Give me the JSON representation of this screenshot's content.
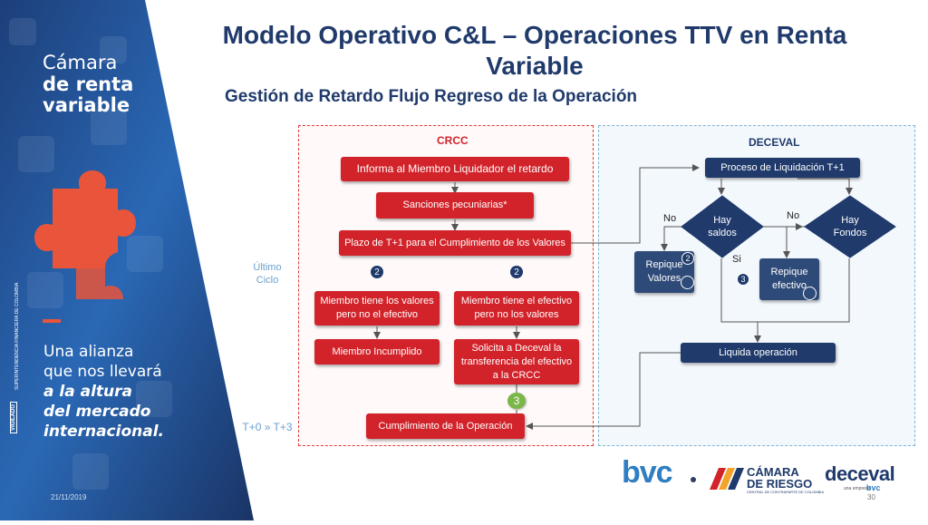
{
  "sidebar": {
    "brand": [
      "Cámara",
      "de renta",
      "variable"
    ],
    "tagline": [
      "Una alianza",
      "que nos llevará",
      "a la altura",
      "del mercado",
      "internacional."
    ],
    "vertical_text": [
      "SUPERINTENDENCIA FINANCIERA DE COLOMBIA",
      "VIGILADO"
    ],
    "date": "21/11/2019",
    "colors": {
      "navy": "#1f3a6b",
      "blue": "#2a68b5",
      "accent": "#e8553a"
    }
  },
  "header": {
    "title_line1": "Modelo Operativo C&L – Operaciones TTV en Renta",
    "title_line2": "Variable",
    "subtitle": "Gestión de Retardo Flujo Regreso de la Operación"
  },
  "side_labels": {
    "ultimo": "Último",
    "ciclo": "Ciclo",
    "tplus": "T+0 » T+3"
  },
  "crcc": {
    "label": "CRCC",
    "informa": "Informa al Miembro Liquidador el retardo",
    "sanciones": "Sanciones  pecuniarias*",
    "plazo": "Plazo de T+1  para el Cumplimiento de los Valores",
    "badge_left": "2",
    "badge_right": "2",
    "valores_line1": "Miembro tiene los valores",
    "valores_line2": "pero no el efectivo",
    "efectivo_line1": "Miembro tiene el efectivo",
    "efectivo_line2": "pero no los valores",
    "incumplido": "Miembro Incumplido",
    "solicita_line1": "Solicita a Deceval la",
    "solicita_line2": "transferencia del efectivo",
    "solicita_line3": "a la CRCC",
    "badge_green": "3",
    "cumplimiento": "Cumplimiento de la Operación",
    "colors": {
      "box": "#d2232a",
      "badge": "#1f3a6b",
      "badge_green": "#7ab648"
    }
  },
  "deceval": {
    "label": "DECEVAL",
    "proceso": "Proceso de Liquidación T+1",
    "saldos_line1": "Hay",
    "saldos_line2": "saldos",
    "fondos_line1": "Hay",
    "fondos_line2": "Fondos",
    "no_left": "No",
    "no_right": "No",
    "si": "Si",
    "repique_valores_line1": "Repique",
    "repique_valores_line2": "Valores",
    "repique_efectivo_line1": "Repique",
    "repique_efectivo_line2": "efectivo",
    "badge_valores": "2",
    "badge_efectivo": "3",
    "liquida": "Liquida operación",
    "colors": {
      "box": "#1f3a6b"
    }
  },
  "footer": {
    "bvc": "bvc",
    "camara_line1": "CÁMARA",
    "camara_line2": "DE RIESGO",
    "camara_line3": "CENTRAL DE CONTRAPARTE DE COLOMBIA",
    "deceval": "deceval",
    "deceval_sub": "una empresa",
    "deceval_bvc": "bvc",
    "page": "30"
  }
}
